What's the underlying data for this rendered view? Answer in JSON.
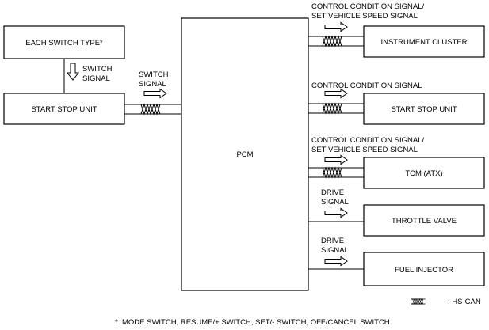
{
  "pcm": "PCM",
  "left": {
    "each_switch_type": "EACH SWITCH TYPE*",
    "switch_signal_vertical": [
      "SWITCH",
      "SIGNAL"
    ],
    "start_stop_unit": "START STOP UNIT",
    "switch_signal_horizontal": [
      "SWITCH",
      "SIGNAL"
    ]
  },
  "outputs": [
    {
      "box": "INSTRUMENT CLUSTER",
      "label": [
        "CONTROL CONDITION SIGNAL/",
        "SET VEHICLE SPEED SIGNAL"
      ],
      "hscan": true
    },
    {
      "box": "START STOP UNIT",
      "label": [
        "CONTROL CONDITION SIGNAL"
      ],
      "hscan": true
    },
    {
      "box": "TCM (ATX)",
      "label": [
        "CONTROL CONDITION SIGNAL/",
        "SET VEHICLE SPEED SIGNAL"
      ],
      "hscan": true
    },
    {
      "box": "THROTTLE VALVE",
      "label": [
        "DRIVE",
        "SIGNAL"
      ],
      "hscan": false
    },
    {
      "box": "FUEL INJECTOR",
      "label": [
        "DRIVE",
        "SIGNAL"
      ],
      "hscan": false
    }
  ],
  "legend": {
    "hs_can": ": HS-CAN"
  },
  "footnote": "*: MODE SWITCH, RESUME/+ SWITCH, SET/- SWITCH, OFF/CANCEL SWITCH"
}
